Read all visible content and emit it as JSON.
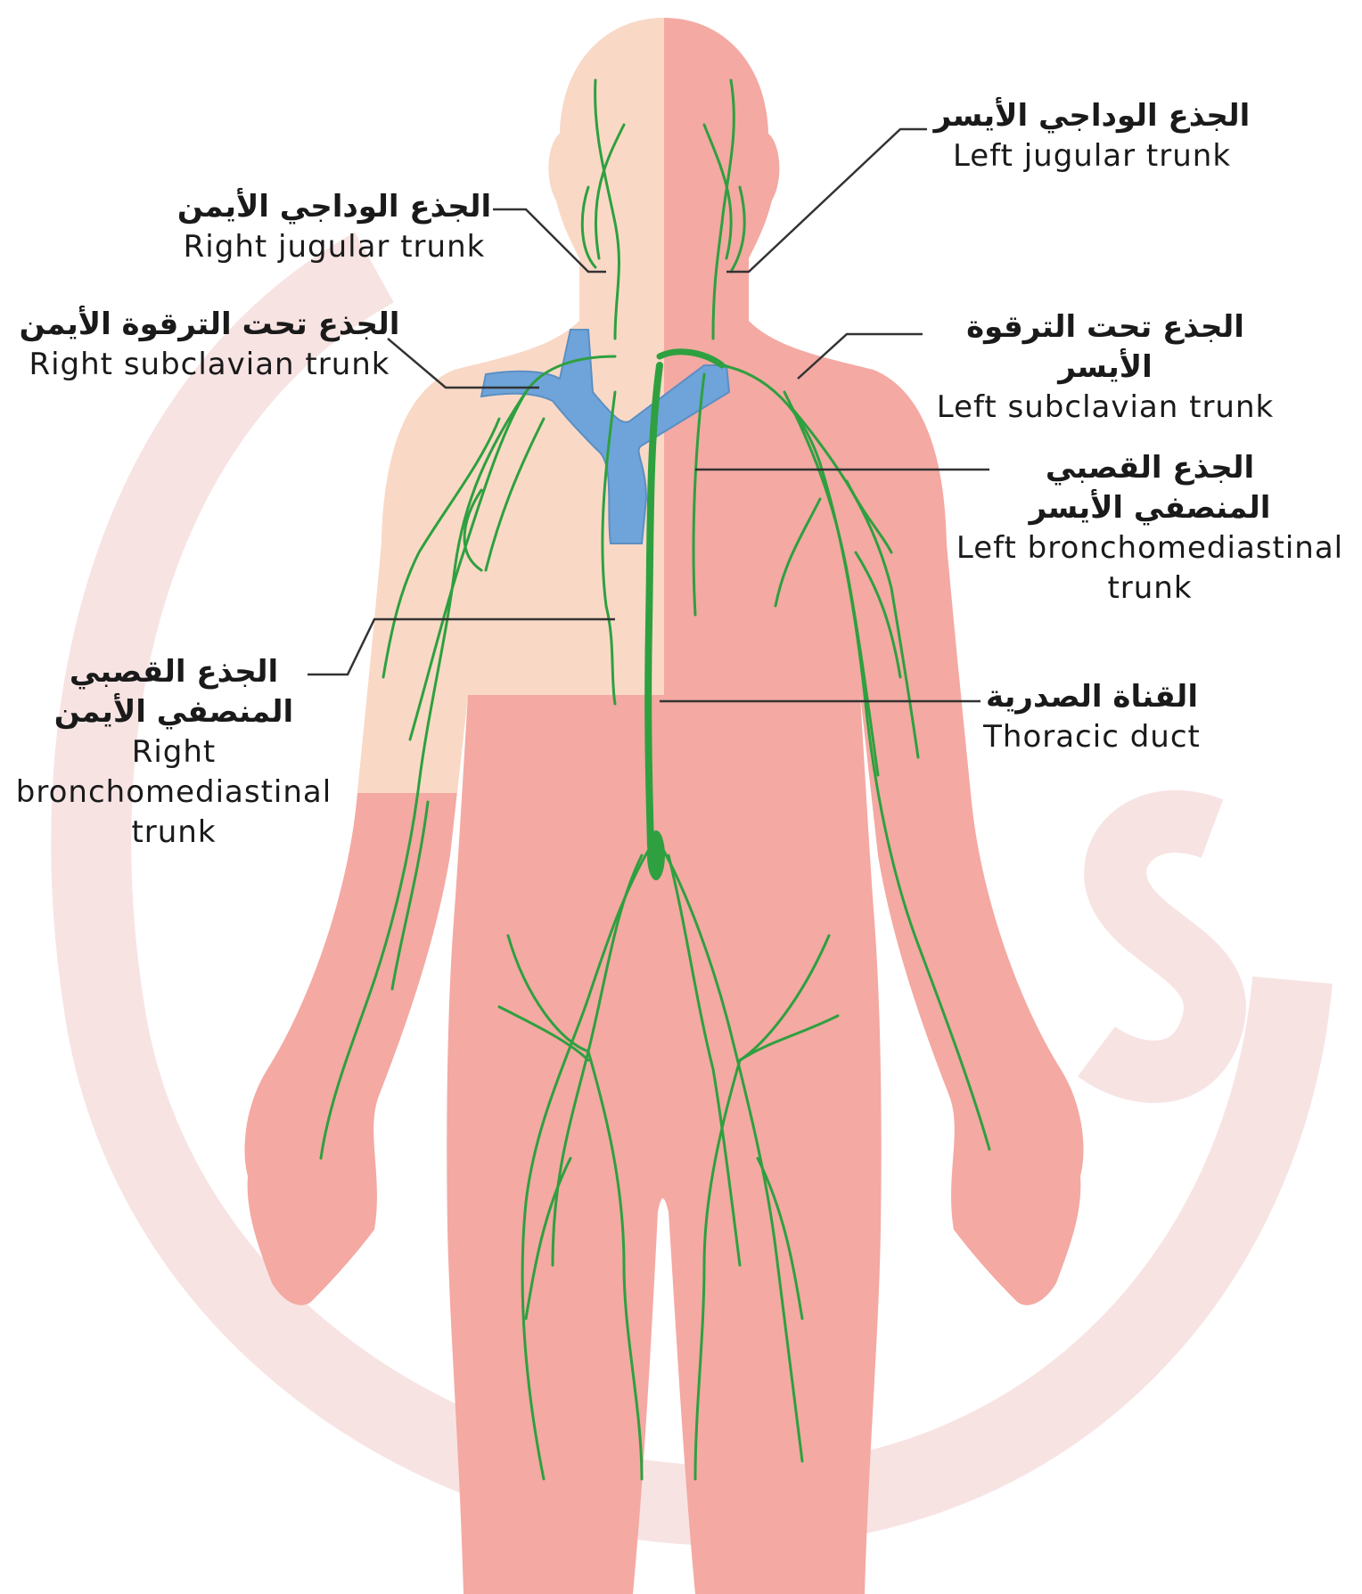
{
  "colors": {
    "body_right_side": "#f9d9c6",
    "body_left_side": "#f4a9a3",
    "lower_body": "#f4aaa8",
    "lymph_vessel": "#2ea03f",
    "vein": "#6ea4d9",
    "watermark": "#f8e3e3",
    "label_text": "#1a1a1a",
    "leader_line": "#333333"
  },
  "labels": {
    "left_jugular": {
      "ar": "الجذع الوداجي الأيسر",
      "en": "Left jugular trunk"
    },
    "right_jugular": {
      "ar": "الجذع الوداجي الأيمن",
      "en": "Right jugular trunk"
    },
    "right_subclavian": {
      "ar": "الجذع تحت الترقوة الأيمن",
      "en": "Right subclavian trunk"
    },
    "left_subclavian": {
      "ar": "الجذع تحت الترقوة الأيسر",
      "en": "Left subclavian trunk"
    },
    "left_bronchomediastinal": {
      "ar1": "الجذع القصبي",
      "ar2": "المنصفي الأيسر",
      "en1": "Left bronchomediastinal",
      "en2": "trunk"
    },
    "right_bronchomediastinal": {
      "ar1": "الجذع القصبي",
      "ar2": "المنصفي الأيمن",
      "en1": "Right",
      "en2": "bronchomediastinal",
      "en3": "trunk"
    },
    "thoracic_duct": {
      "ar": "القناة الصدرية",
      "en": "Thoracic duct"
    }
  }
}
